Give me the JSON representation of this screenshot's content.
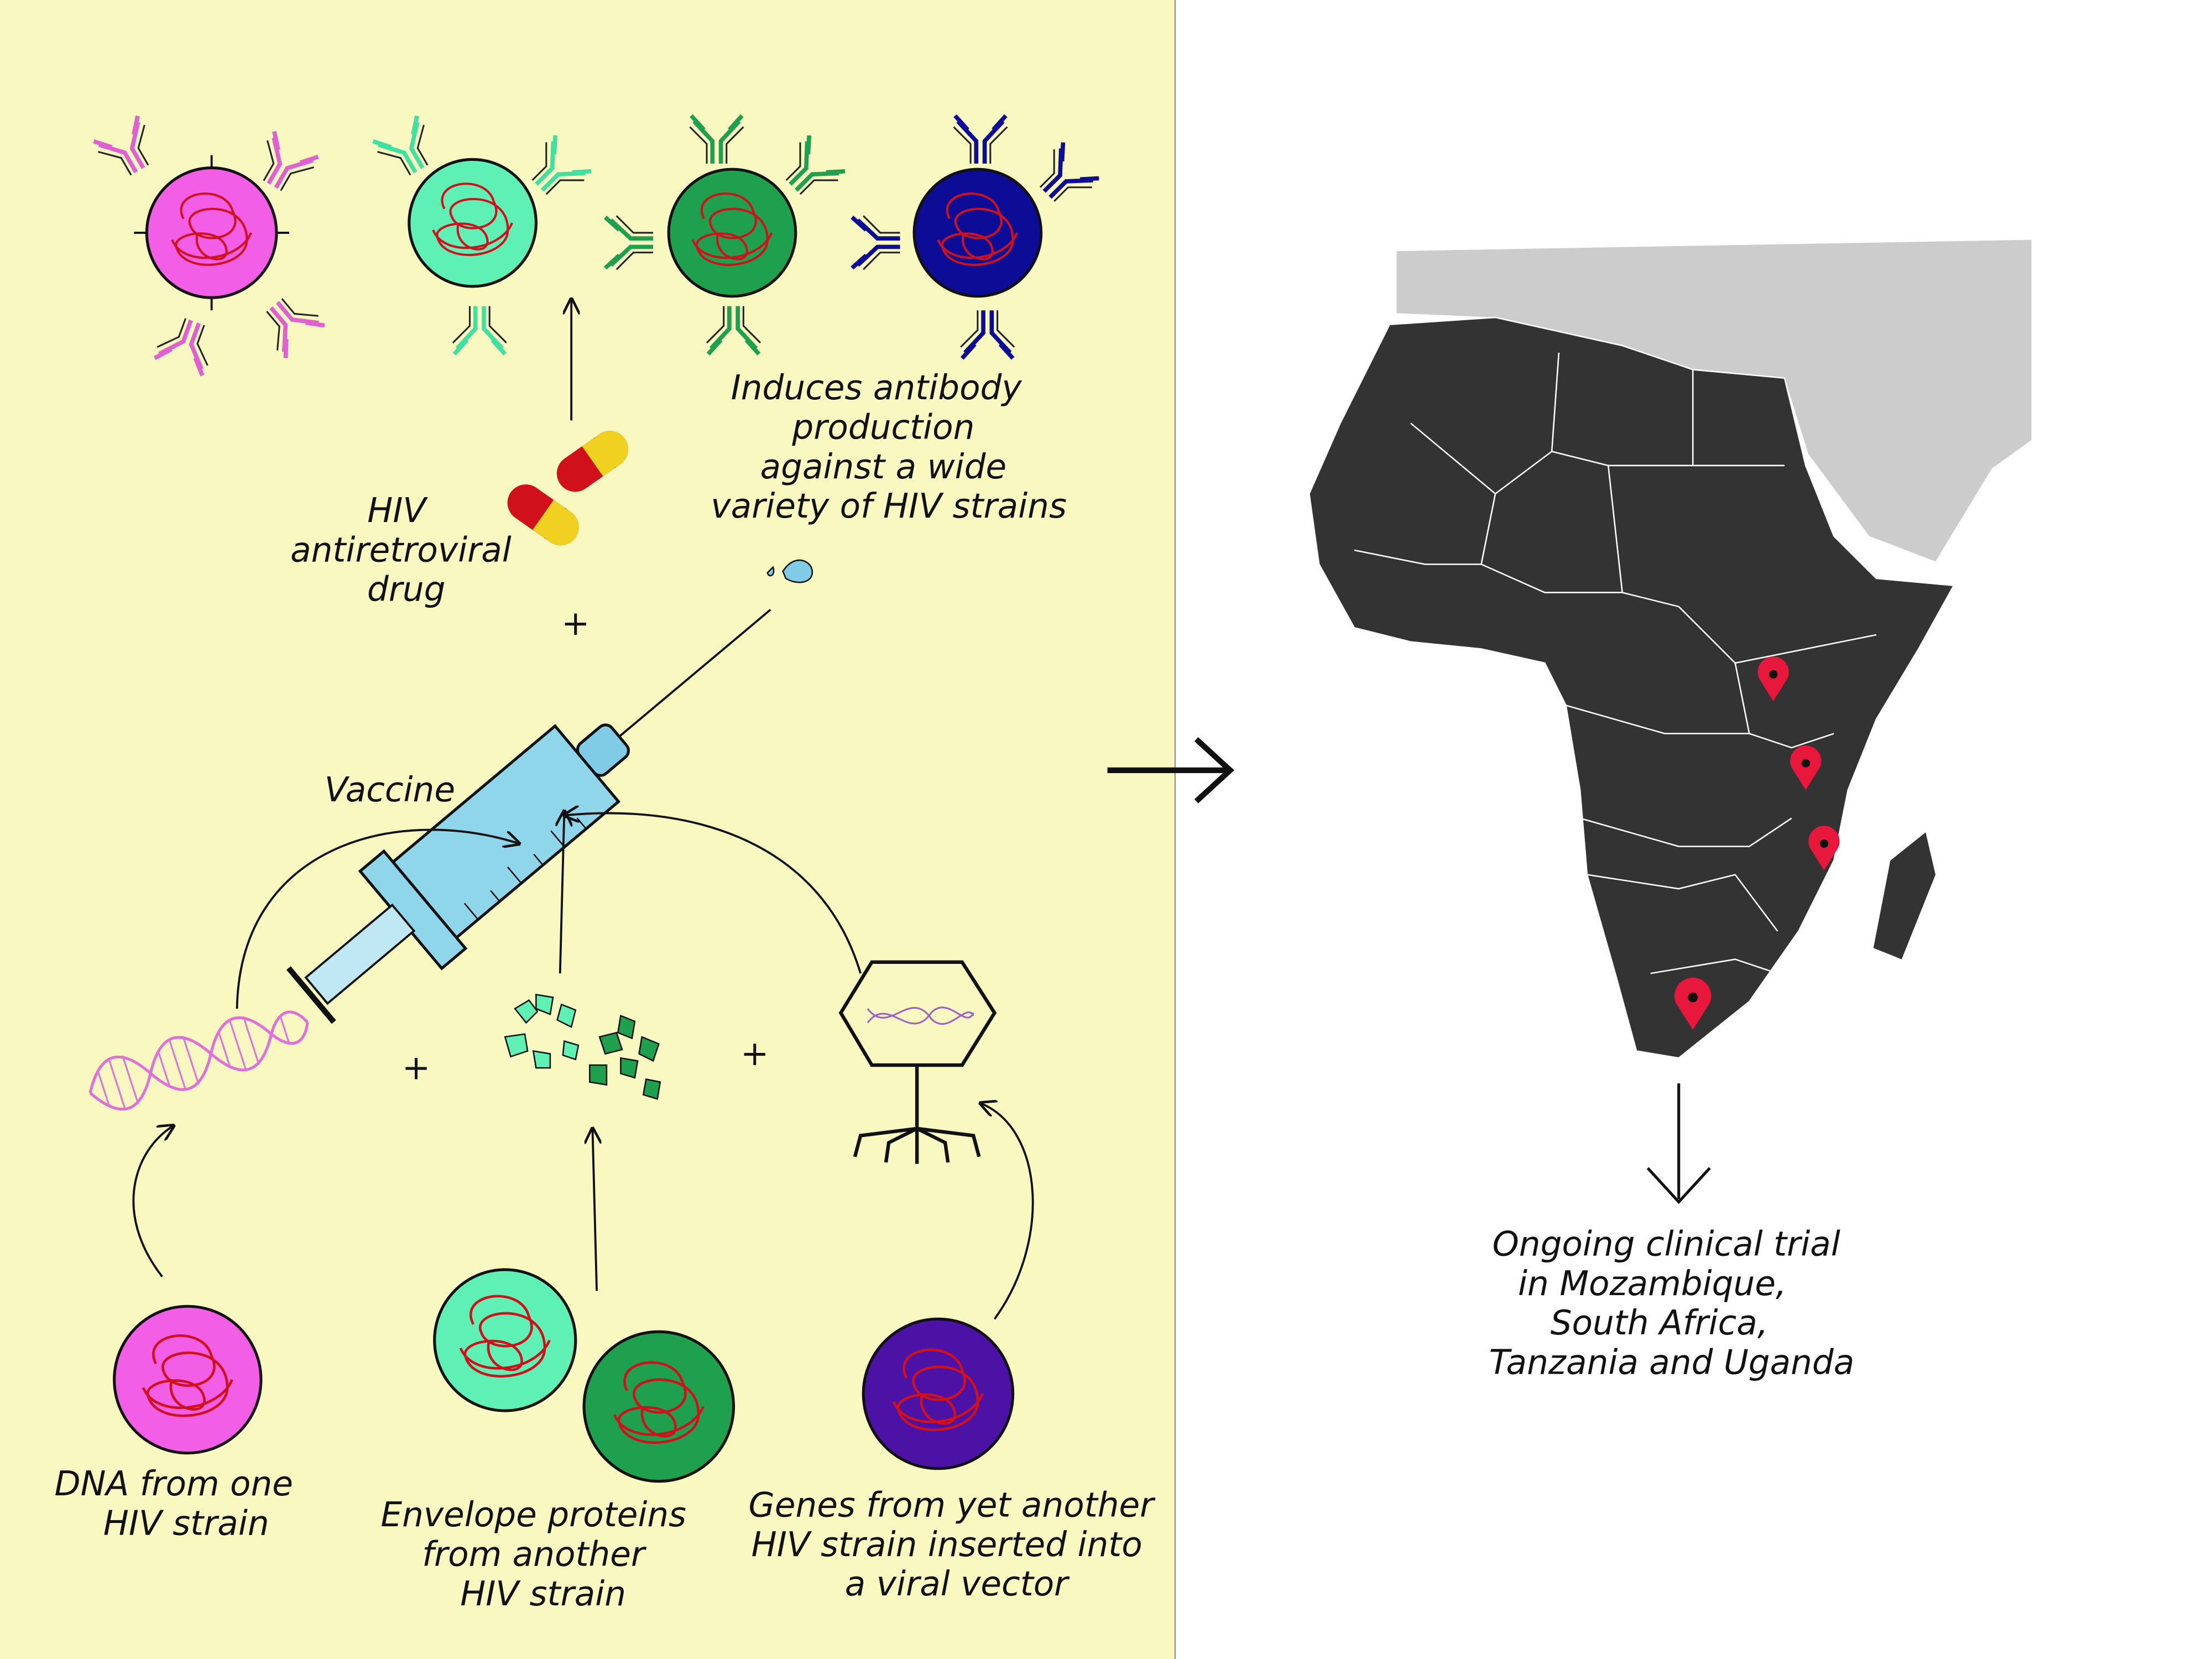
{
  "colors": {
    "panel": "#f8f8c0",
    "pink_virus": "#f25ee6",
    "mint_virus": "#5ef0b4",
    "green_virus": "#1fa04e",
    "navy_virus": "#0c0c96",
    "purple_virus": "#4c12a6",
    "map_africa": "#333333",
    "map_other": "#cccccc",
    "pin": "#e8173c"
  },
  "labels": {
    "drug": [
      "HIV",
      "antiretroviral",
      "drug"
    ],
    "induces": [
      "Induces antibody",
      "production",
      "against a wide",
      "variety of HIV strains"
    ],
    "vaccine": "Vaccine",
    "dna": [
      "DNA from one",
      "HIV strain"
    ],
    "envelope": [
      "Envelope proteins",
      "from another",
      "HIV strain"
    ],
    "genes": [
      "Genes from yet another",
      "HIV strain inserted into",
      "a viral vector"
    ],
    "trial": [
      "Ongoing clinical trial",
      "in Mozambique,",
      "South Africa,",
      "Tanzania and Uganda"
    ],
    "plus": "+"
  },
  "map": {
    "trial_countries": [
      "Uganda",
      "Tanzania",
      "Mozambique",
      "South Africa"
    ]
  }
}
